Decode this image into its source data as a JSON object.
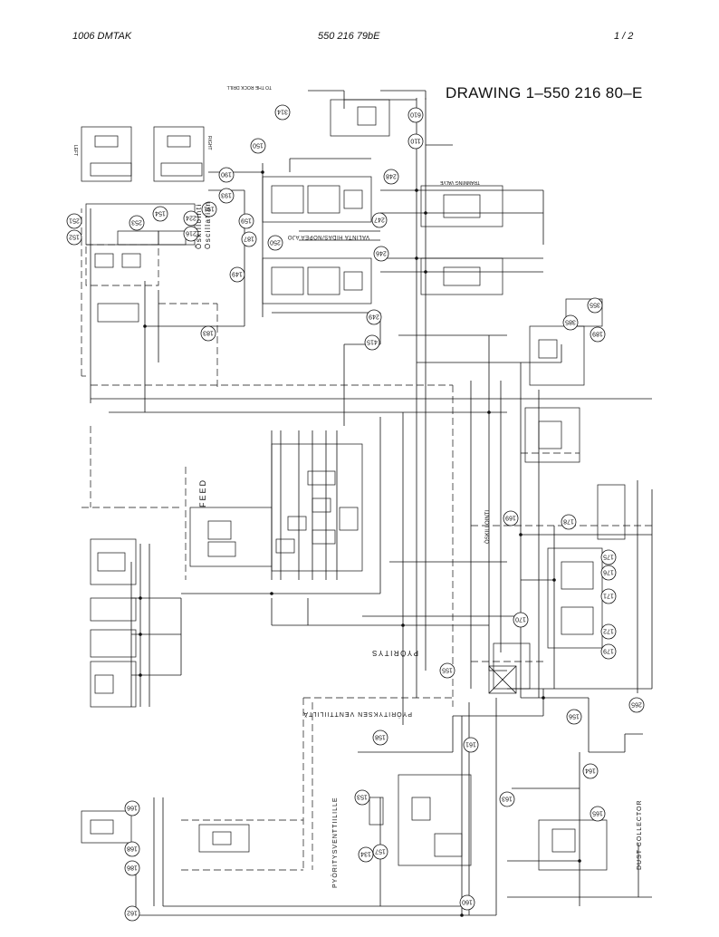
{
  "header": {
    "left": "1006  DMTAK",
    "center": "550 216 79bE",
    "right": "1 /  2"
  },
  "drawing_title": "DRAWING  1–550 216 80–E",
  "labels": {
    "oscillation_fi": "Öskillointi",
    "oscillation_en": "Oscillation",
    "feed": "FEED",
    "pyoritys": "PYÖRITYS",
    "pyorityksen_venttiilta": "PYÖRITYKSEN VENTTIILILTÄ",
    "pyoritysventtiilille": "PYÖRITYSVENTTIILILLE",
    "dust_collector": "DUST COLLECTOR",
    "valinta": "VALINTA HIDAS/NOPEA AJO",
    "tramming": "TRAMMING VALVE",
    "oskillointi_right": "ÖSKILLOINTI",
    "rock_drill": "TO THE ROCK DRILL",
    "left_track": "LEFT",
    "right_track": "RIGHT"
  },
  "callouts": [
    {
      "id": "c314",
      "text": "314"
    },
    {
      "id": "c610",
      "text": "610"
    },
    {
      "id": "c110",
      "text": "110"
    },
    {
      "id": "c150",
      "text": "150"
    },
    {
      "id": "c248",
      "text": "248"
    },
    {
      "id": "c247",
      "text": "247"
    },
    {
      "id": "c246",
      "text": "246"
    },
    {
      "id": "c249",
      "text": "249"
    },
    {
      "id": "c415",
      "text": "415"
    },
    {
      "id": "c251",
      "text": "251"
    },
    {
      "id": "c253",
      "text": "253"
    },
    {
      "id": "c154",
      "text": "154"
    },
    {
      "id": "c152",
      "text": "152"
    },
    {
      "id": "c190",
      "text": "190"
    },
    {
      "id": "c193",
      "text": "193"
    },
    {
      "id": "c191",
      "text": "191"
    },
    {
      "id": "c224",
      "text": "224"
    },
    {
      "id": "c216",
      "text": "216"
    },
    {
      "id": "c159",
      "text": "159"
    },
    {
      "id": "c187",
      "text": "187"
    },
    {
      "id": "c250",
      "text": "250"
    },
    {
      "id": "c149",
      "text": "149"
    },
    {
      "id": "c355",
      "text": "355"
    },
    {
      "id": "c189",
      "text": "189"
    },
    {
      "id": "c385",
      "text": "385"
    },
    {
      "id": "c169",
      "text": "169"
    },
    {
      "id": "c178",
      "text": "178"
    },
    {
      "id": "c175",
      "text": "175"
    },
    {
      "id": "c176",
      "text": "176"
    },
    {
      "id": "c171",
      "text": "171"
    },
    {
      "id": "c172",
      "text": "172"
    },
    {
      "id": "c179",
      "text": "179"
    },
    {
      "id": "c170",
      "text": "170"
    },
    {
      "id": "c155",
      "text": "155"
    },
    {
      "id": "c158",
      "text": "158"
    },
    {
      "id": "c161",
      "text": "161"
    },
    {
      "id": "c265",
      "text": "265"
    },
    {
      "id": "c156",
      "text": "156"
    },
    {
      "id": "c164",
      "text": "164"
    },
    {
      "id": "c163",
      "text": "163"
    },
    {
      "id": "c165",
      "text": "165"
    },
    {
      "id": "c166",
      "text": "166"
    },
    {
      "id": "c168",
      "text": "168"
    },
    {
      "id": "c162",
      "text": "162"
    },
    {
      "id": "c186",
      "text": "186"
    },
    {
      "id": "c157",
      "text": "157"
    },
    {
      "id": "c134",
      "text": "134"
    },
    {
      "id": "c160",
      "text": "160"
    },
    {
      "id": "c153",
      "text": "153"
    },
    {
      "id": "c183",
      "text": "183"
    }
  ]
}
